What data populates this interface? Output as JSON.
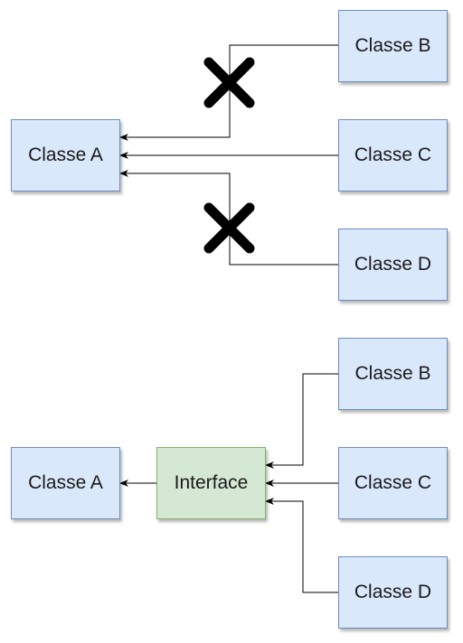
{
  "top_diagram": {
    "target": "Classe A",
    "sources": [
      "Classe B",
      "Classe C",
      "Classe D"
    ]
  },
  "bottom_diagram": {
    "target": "Classe A",
    "interface": "Interface",
    "sources": [
      "Classe B",
      "Classe C",
      "Classe D"
    ]
  },
  "colors": {
    "class_fill": "#dae8fc",
    "class_border": "#6c8ebf",
    "interface_fill": "#d5e8d4",
    "interface_border": "#82b366",
    "cross_mark": "#000000"
  }
}
